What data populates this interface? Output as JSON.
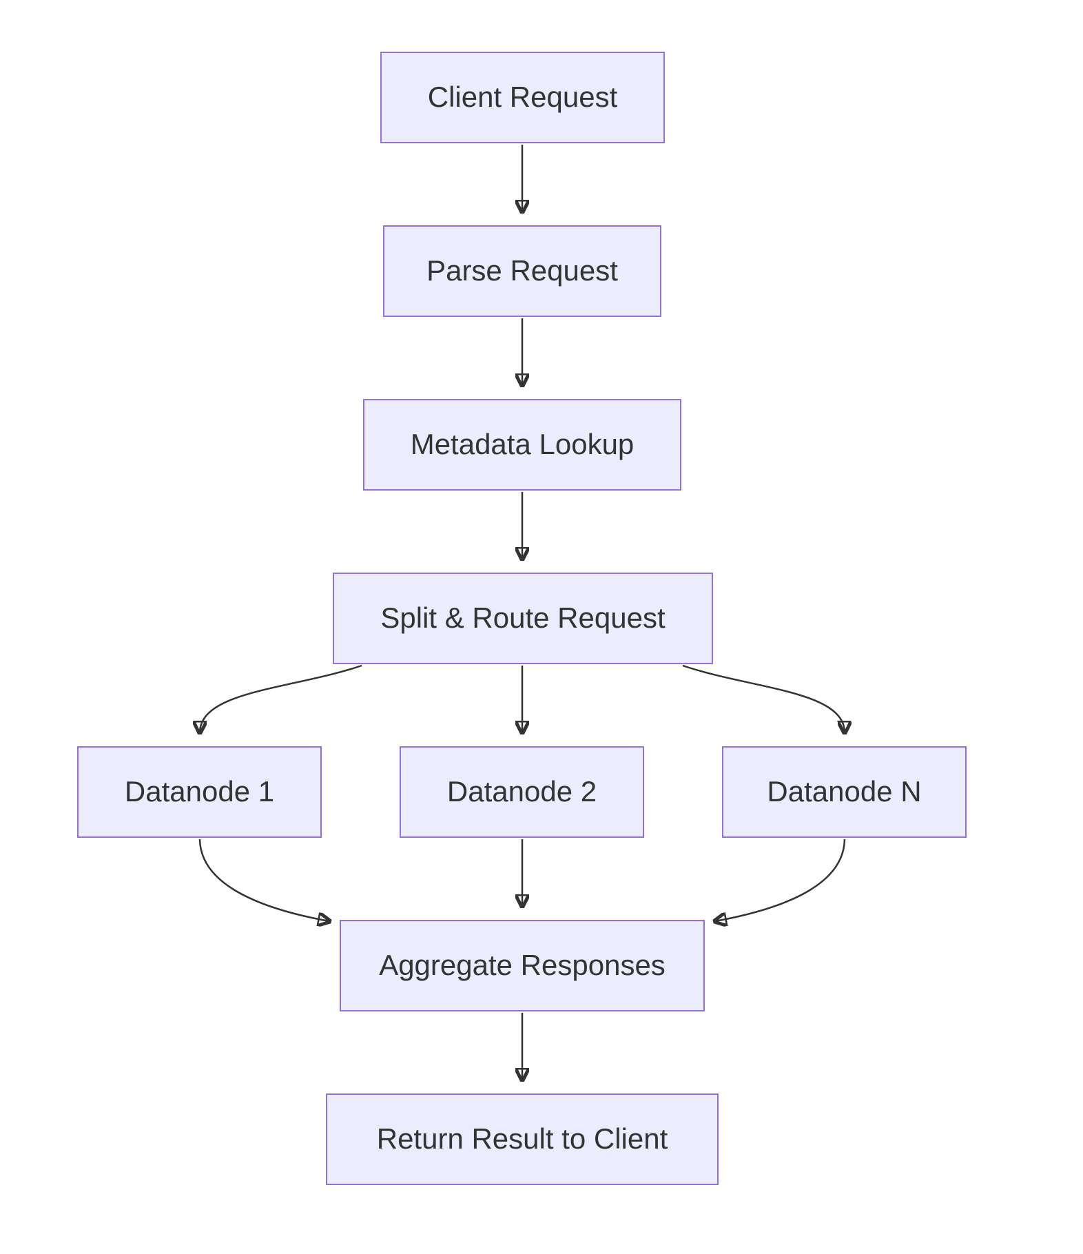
{
  "diagram": {
    "type": "flowchart",
    "direction": "top-down",
    "colors": {
      "node_fill": "#ECECFF",
      "node_border": "#9370DB",
      "text": "#333333",
      "arrow": "#333333",
      "background": "#FFFFFF"
    },
    "nodes": [
      {
        "id": "client_request",
        "label": "Client Request"
      },
      {
        "id": "parse_request",
        "label": "Parse Request"
      },
      {
        "id": "metadata_lookup",
        "label": "Metadata Lookup"
      },
      {
        "id": "split_route_request",
        "label": "Split & Route Request"
      },
      {
        "id": "datanode_1",
        "label": "Datanode 1"
      },
      {
        "id": "datanode_2",
        "label": "Datanode 2"
      },
      {
        "id": "datanode_n",
        "label": "Datanode N"
      },
      {
        "id": "aggregate_responses",
        "label": "Aggregate Responses"
      },
      {
        "id": "return_result",
        "label": "Return Result to Client"
      }
    ],
    "edges": [
      {
        "from": "client_request",
        "to": "parse_request"
      },
      {
        "from": "parse_request",
        "to": "metadata_lookup"
      },
      {
        "from": "metadata_lookup",
        "to": "split_route_request"
      },
      {
        "from": "split_route_request",
        "to": "datanode_1"
      },
      {
        "from": "split_route_request",
        "to": "datanode_2"
      },
      {
        "from": "split_route_request",
        "to": "datanode_n"
      },
      {
        "from": "datanode_1",
        "to": "aggregate_responses"
      },
      {
        "from": "datanode_2",
        "to": "aggregate_responses"
      },
      {
        "from": "datanode_n",
        "to": "aggregate_responses"
      },
      {
        "from": "aggregate_responses",
        "to": "return_result"
      }
    ]
  }
}
